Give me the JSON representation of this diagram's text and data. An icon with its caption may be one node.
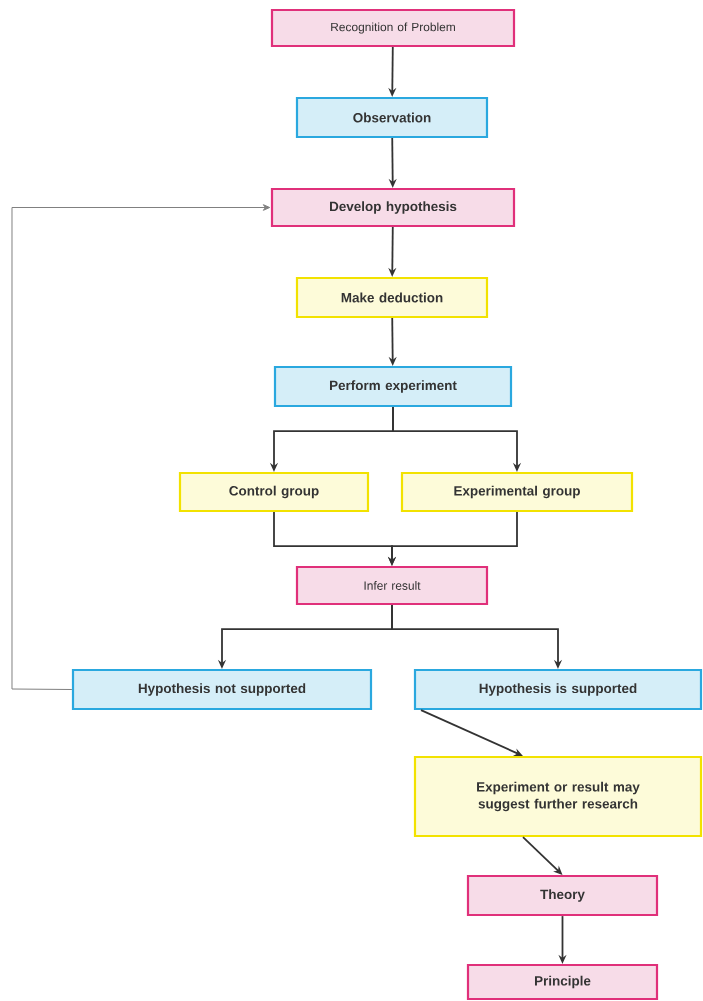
{
  "diagram": {
    "nodes": [
      {
        "text": [
          "Recognition of Problem"
        ]
      },
      {
        "text": [
          "Observation"
        ]
      },
      {
        "text": [
          "Develop hypothesis"
        ]
      },
      {
        "text": [
          "Make deduction"
        ]
      },
      {
        "text": [
          "Perform experiment"
        ]
      },
      {
        "text": [
          "Control group"
        ]
      },
      {
        "text": [
          "Experimental group"
        ]
      },
      {
        "text": [
          "Infer result"
        ]
      },
      {
        "text": [
          "Hypothesis not supported"
        ]
      },
      {
        "text": [
          "Hypothesis is supported"
        ]
      },
      {
        "text": [
          "Experiment or result may suggest further research"
        ]
      },
      {
        "text": [
          "Theory"
        ]
      },
      {
        "text": [
          "Principle"
        ]
      }
    ],
    "edges": [
      {
        "from": 0,
        "to": 1,
        "arrow": "to"
      },
      {
        "from": 1,
        "to": 2,
        "arrow": "to"
      },
      {
        "from": 2,
        "to": 3,
        "arrow": "to"
      },
      {
        "from": 3,
        "to": 4,
        "arrow": "to"
      },
      {
        "from": 4,
        "to": 5,
        "arrow": "to"
      },
      {
        "from": 4,
        "to": 6,
        "arrow": "to"
      },
      {
        "from": 5,
        "to": 7,
        "arrow": "to"
      },
      {
        "from": 6,
        "to": 7,
        "arrow": "to"
      },
      {
        "from": 7,
        "to": 8,
        "arrow": "to"
      },
      {
        "from": 7,
        "to": 9,
        "arrow": "to"
      },
      {
        "from": 8,
        "to": 2,
        "arrow": "to",
        "color": "#808080"
      },
      {
        "from": 9,
        "to": 10,
        "arrow": "to"
      },
      {
        "from": 10,
        "to": 11,
        "arrow": "to"
      },
      {
        "from": 11,
        "to": 12,
        "arrow": "to"
      }
    ]
  }
}
